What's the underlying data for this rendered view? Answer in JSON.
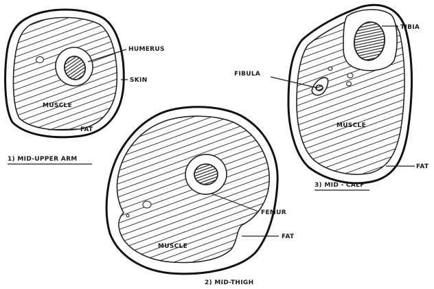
{
  "labels": {
    "humerus": "HUMERUS",
    "skin": "SKIN",
    "muscle_arm": "MUSCLE",
    "fat_arm": "FAT",
    "caption_arm": "1) MID-UPPER ARM",
    "tibia": "TIBIA",
    "fibula": "FIBULA",
    "muscle_calf": "MUSCLE",
    "fat_calf": "FAT",
    "caption_calf": "3) MID - CALF",
    "femur": "FEMUR",
    "muscle_thigh": "MUSCLE",
    "fat_thigh": "FAT",
    "caption_thigh": "2) MID-THIGH"
  }
}
